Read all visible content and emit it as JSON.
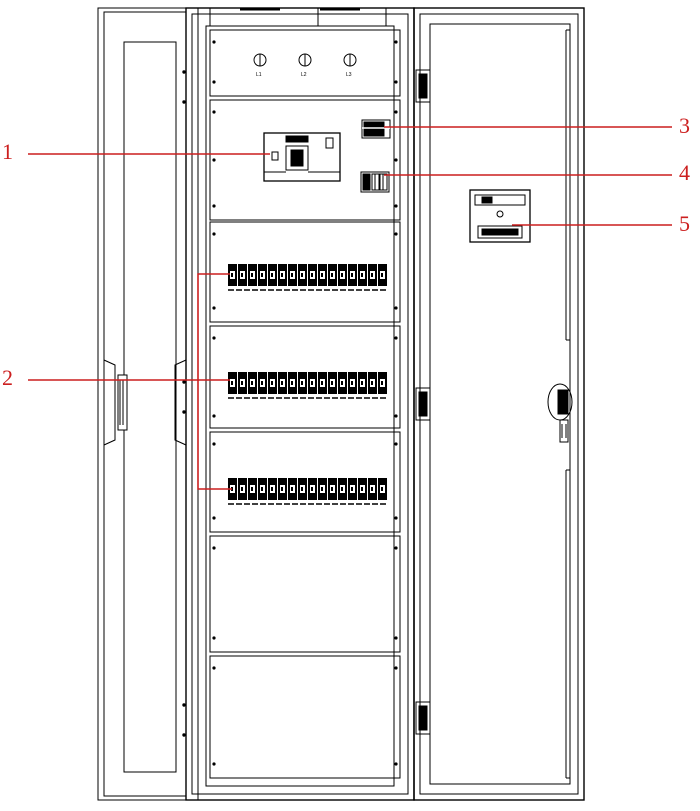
{
  "callouts": [
    {
      "id": "callout-1",
      "label": "1"
    },
    {
      "id": "callout-2",
      "label": "2"
    },
    {
      "id": "callout-3",
      "label": "3"
    },
    {
      "id": "callout-4",
      "label": "4"
    },
    {
      "id": "callout-5",
      "label": "5"
    }
  ],
  "meters": [
    "L1",
    "L2",
    "L3"
  ],
  "colors": {
    "line": "#000000",
    "callout": "#cc1f1f",
    "background": "#ffffff"
  }
}
